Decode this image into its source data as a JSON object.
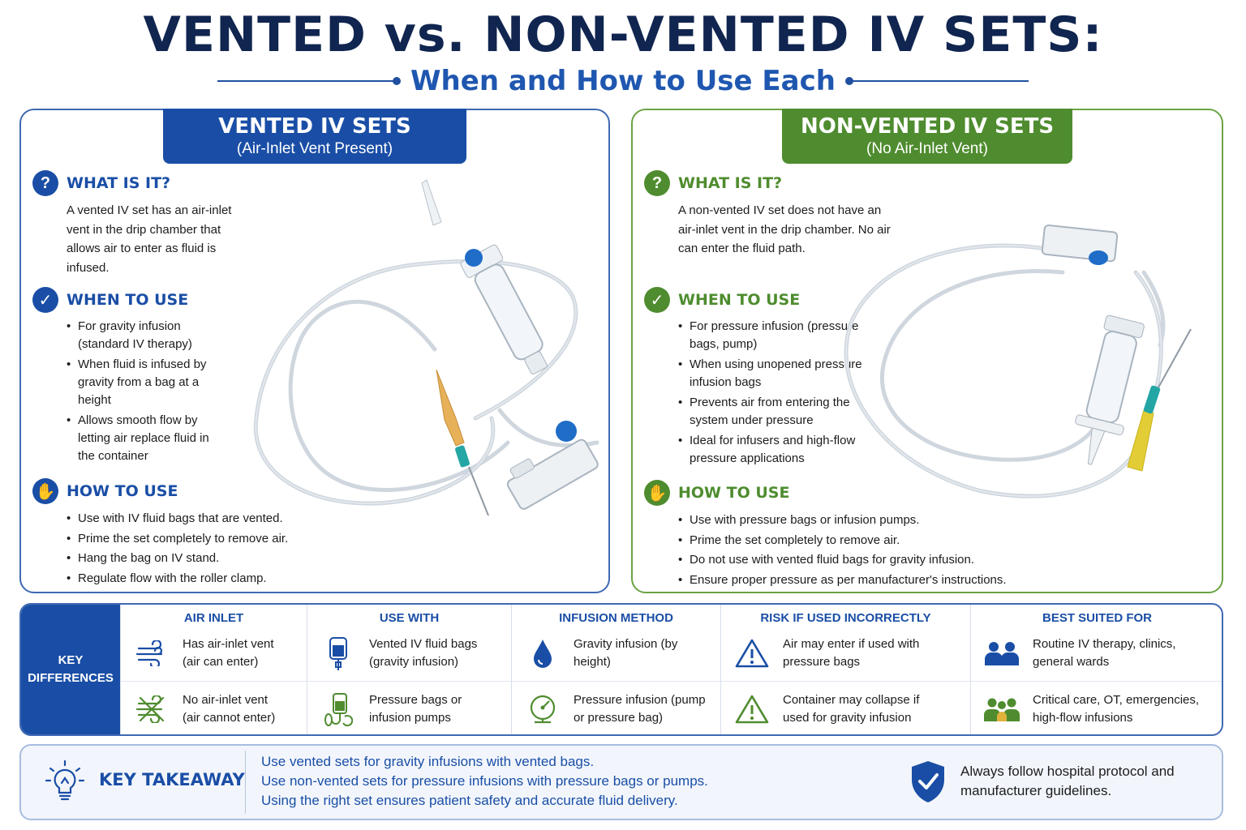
{
  "header": {
    "title": "VENTED vs. NON-VENTED IV SETS:",
    "subtitle": "When and How to Use Each"
  },
  "vented": {
    "title": "VENTED IV SETS",
    "subtitle": "(Air-Inlet Vent Present)",
    "what_title": "WHAT IS IT?",
    "what_text": "A vented IV set has an air-inlet vent in the drip chamber that allows air to enter as fluid is infused.",
    "when_title": "WHEN TO USE",
    "when_items": [
      "For gravity infusion (standard IV therapy)",
      "When fluid is infused by gravity from a bag at a height",
      "Allows smooth flow by letting air replace fluid in the container"
    ],
    "how_title": "HOW TO USE",
    "how_items": [
      "Use with IV fluid bags that are vented.",
      "Prime the set completely to remove air.",
      "Hang the bag on IV stand.",
      "Regulate flow with the roller clamp."
    ]
  },
  "nonvented": {
    "title": "NON-VENTED IV SETS",
    "subtitle": "(No Air-Inlet Vent)",
    "what_title": "WHAT IS IT?",
    "what_text": "A non-vented IV set does not have an air-inlet vent in the drip chamber. No air can enter the fluid path.",
    "when_title": "WHEN TO USE",
    "when_items": [
      "For pressure infusion (pressure bags, pump)",
      "When using unopened pressure infusion bags",
      "Prevents air from entering the system under pressure",
      "Ideal for infusers and high-flow pressure applications"
    ],
    "how_title": "HOW TO USE",
    "how_items": [
      "Use with pressure bags or infusion pumps.",
      "Prime the set completely to remove air.",
      "Do not use with vented fluid bags for gravity infusion.",
      "Ensure proper pressure as per manufacturer's instructions."
    ]
  },
  "differences": {
    "label": "KEY DIFFERENCES",
    "columns": [
      {
        "header": "AIR INLET",
        "row1": "Has air-inlet vent (air can enter)",
        "row2": "No air-inlet vent (air cannot enter)",
        "icon1": "air-flow-icon",
        "icon2": "no-air-icon"
      },
      {
        "header": "USE WITH",
        "row1": "Vented IV fluid bags (gravity infusion)",
        "row2": "Pressure bags or infusion pumps",
        "icon1": "iv-bag-icon",
        "icon2": "pressure-bag-icon"
      },
      {
        "header": "INFUSION METHOD",
        "row1": "Gravity infusion (by height)",
        "row2": "Pressure infusion (pump or pressure bag)",
        "icon1": "drop-icon",
        "icon2": "gauge-icon"
      },
      {
        "header": "RISK IF USED INCORRECTLY",
        "row1": "Air may enter if used with pressure bags",
        "row2": "Container may collapse if used for gravity infusion",
        "icon1": "warning-blue-icon",
        "icon2": "warning-green-icon"
      },
      {
        "header": "BEST SUITED FOR",
        "row1": "Routine IV therapy, clinics, general wards",
        "row2": "Critical care, OT, emergencies, high-flow infusions",
        "icon1": "group-blue-icon",
        "icon2": "group-green-icon"
      }
    ]
  },
  "takeaway": {
    "label": "KEY TAKEAWAY",
    "lines": [
      "Use vented sets for gravity infusions with vented bags.",
      "Use non-vented sets for pressure infusions with pressure bags or pumps.",
      "Using the right set ensures patient safety and accurate fluid delivery."
    ],
    "note": "Always follow hospital protocol and manufacturer guidelines."
  },
  "colors": {
    "navy": "#10254f",
    "blue": "#1a4ea6",
    "green": "#4f8c2f"
  }
}
